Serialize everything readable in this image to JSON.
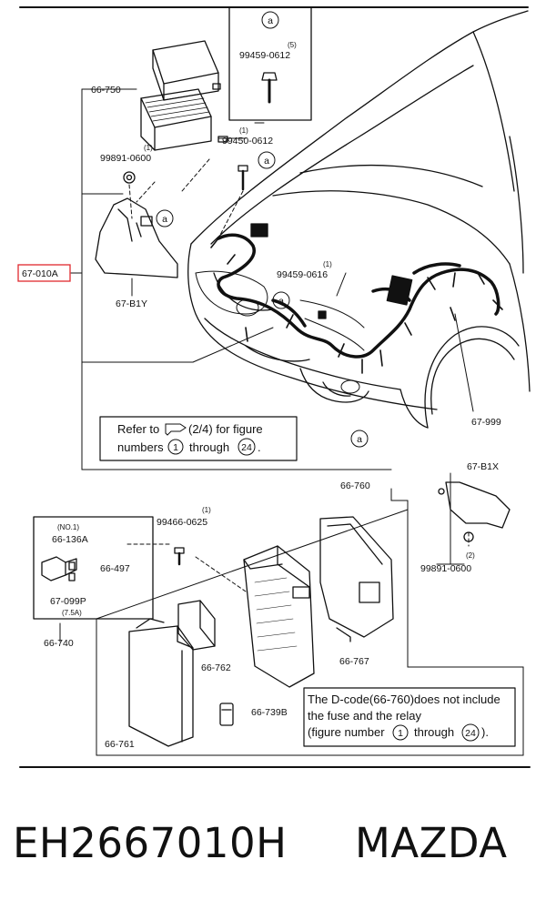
{
  "diagram": {
    "labels": {
      "l_66_750": "66-750",
      "l_99891_0600a": "99891-0600",
      "l_99891_0600a_q": "(1)",
      "l_99459_0612": "99459-0612",
      "l_99459_0612_q": "(5)",
      "l_99450_0612": "99450-0612",
      "l_99450_0612_q": "(1)",
      "l_99459_0616": "99459-0616",
      "l_99459_0616_q": "(1)",
      "l_67_010a": "67-010A",
      "l_67_b1y": "67-B1Y",
      "l_67_999": "67-999",
      "l_66_760": "66-760",
      "l_67_b1x": "67-B1X",
      "l_99891_0600b": "99891-0600",
      "l_99891_0600b_q": "(2)",
      "l_99466_0625": "99466-0625",
      "l_99466_0625_q": "(1)",
      "l_no1": "(NO.1)",
      "l_66_136a": "66-136A",
      "l_66_497": "66-497",
      "l_67_099p": "67-099P",
      "l_7_5a": "(7.5A)",
      "l_66_740": "66-740",
      "l_66_762": "66-762",
      "l_66_767": "66-767",
      "l_66_739b": "66-739B",
      "l_66_761": "66-761",
      "callout_a": "a"
    },
    "refer_note": {
      "line1_pre": "Refer to",
      "line1_post": "(2/4) for figure",
      "line2_pre": "numbers",
      "line2_mid": "through",
      "line2_post": ".",
      "num_start": "1",
      "num_end": "24"
    },
    "dcode_note": {
      "line1": "The D-code(66-760)does not include",
      "line2": "the fuse and the relay",
      "line3_pre": "(figure number",
      "line3_mid": "through",
      "line3_post": ").",
      "num_start": "1",
      "num_end": "24"
    },
    "highlight_color": "#e0282e"
  },
  "footer": {
    "part_number": "EH2667010H",
    "brand": "MAZDA"
  }
}
